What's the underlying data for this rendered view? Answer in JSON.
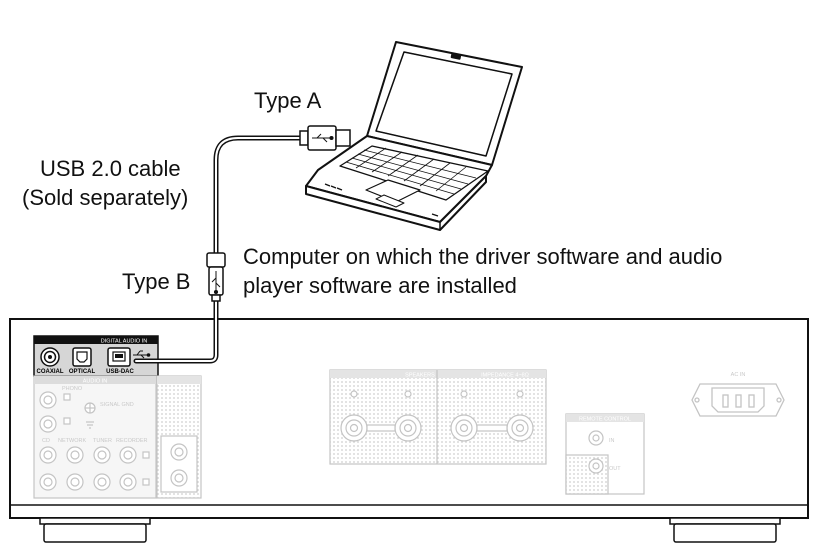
{
  "labels": {
    "type_a": "Type A",
    "type_b": "Type B",
    "cable_line1": "USB 2.0 cable",
    "cable_line2": "(Sold separately)",
    "computer_line1": "Computer on which the driver software and audio",
    "computer_line2": "player software are installed"
  },
  "panel": {
    "digital_audio_in": "DIGITAL AUDIO IN",
    "coaxial": "COAXIAL",
    "optical": "OPTICAL",
    "usb_dac": "USB-DAC",
    "audio_in": "AUDIO IN",
    "phono": "PHONO",
    "signal_gnd": "SIGNAL GND",
    "inputs": [
      "CD",
      "NETWORK",
      "TUNER",
      "RECORDER"
    ],
    "speakers": "SPEAKERS",
    "impedance": "IMPEDANCE 4~8Ω",
    "remote_control": "REMOTE CONTROL",
    "remote_in": "IN",
    "remote_out": "OUT",
    "ac_in": "AC IN"
  },
  "colors": {
    "line": "#111111",
    "faded": "#c4c4c4",
    "faded_fill": "#efefef",
    "highlight_bg": "#d6d6d6"
  }
}
